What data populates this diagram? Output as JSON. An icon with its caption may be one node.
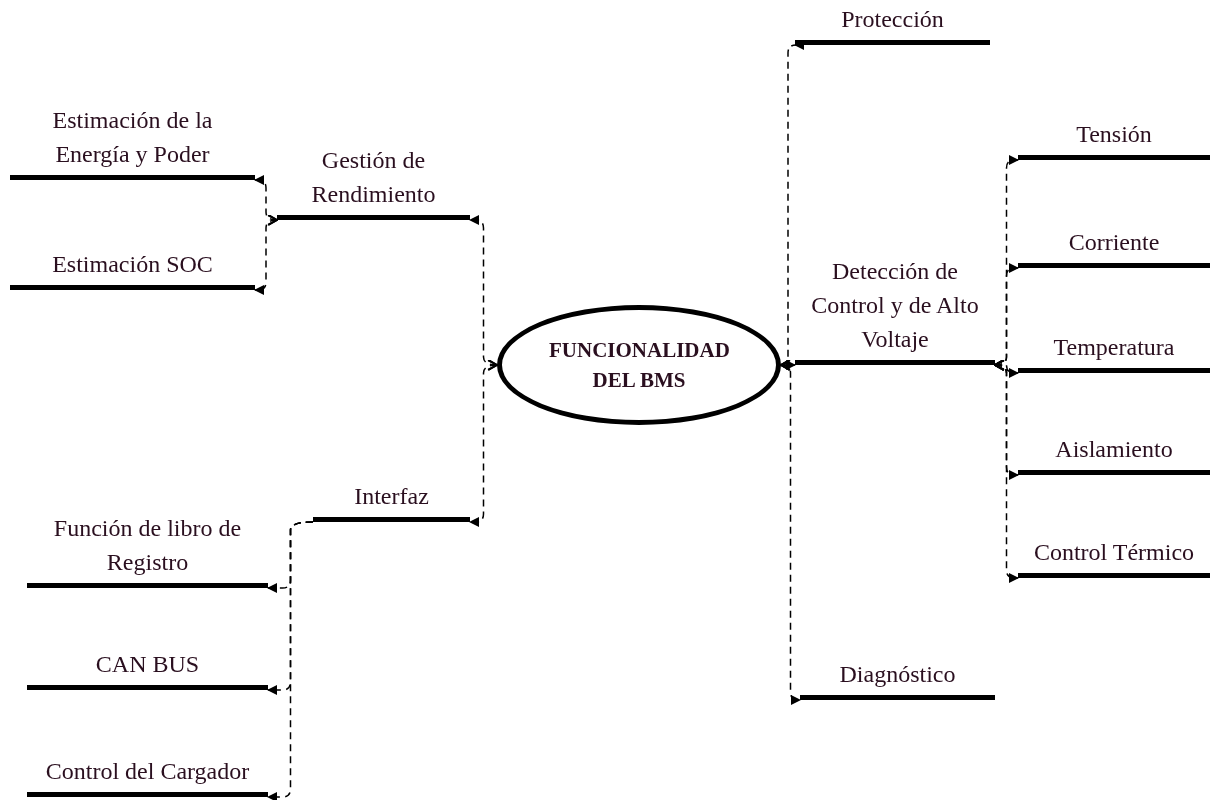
{
  "diagram": {
    "nodes": [
      {
        "text": [
          "FUNCIONALIDAD DEL BMS"
        ]
      },
      {
        "text": [
          "Gestión de Rendimiento"
        ]
      },
      {
        "text": [
          "Estimación de la Energía y Poder"
        ]
      },
      {
        "text": [
          "Estimación SOC"
        ]
      },
      {
        "text": [
          "Interfaz"
        ]
      },
      {
        "text": [
          "Función de libro de Registro"
        ]
      },
      {
        "text": [
          "CAN BUS"
        ]
      },
      {
        "text": [
          "Control del Cargador"
        ]
      },
      {
        "text": [
          "Protección"
        ]
      },
      {
        "text": [
          "Detección de Control y de Alto Voltaje"
        ]
      },
      {
        "text": [
          "Tensión"
        ]
      },
      {
        "text": [
          "Corriente"
        ]
      },
      {
        "text": [
          "Temperatura"
        ]
      },
      {
        "text": [
          "Aislamiento"
        ]
      },
      {
        "text": [
          "Control Térmico"
        ]
      },
      {
        "text": [
          "Diagnóstico"
        ]
      }
    ],
    "edges": [
      {
        "from": 0,
        "to": 1,
        "arrow": "both",
        "style": "dashed"
      },
      {
        "from": 1,
        "to": 2,
        "arrow": "both",
        "style": "dashed"
      },
      {
        "from": 1,
        "to": 3,
        "arrow": "both",
        "style": "dashed"
      },
      {
        "from": 0,
        "to": 4,
        "arrow": "both",
        "style": "dashed"
      },
      {
        "from": 4,
        "to": 5,
        "arrow": "to",
        "style": "dashed"
      },
      {
        "from": 4,
        "to": 6,
        "arrow": "to",
        "style": "dashed"
      },
      {
        "from": 4,
        "to": 7,
        "arrow": "to",
        "style": "dashed"
      },
      {
        "from": 0,
        "to": 8,
        "arrow": "both",
        "style": "dashed"
      },
      {
        "from": 0,
        "to": 9,
        "arrow": "both",
        "style": "dashed"
      },
      {
        "from": 9,
        "to": 10,
        "arrow": "both",
        "style": "dashed"
      },
      {
        "from": 9,
        "to": 11,
        "arrow": "both",
        "style": "dashed"
      },
      {
        "from": 9,
        "to": 12,
        "arrow": "both",
        "style": "dashed"
      },
      {
        "from": 9,
        "to": 13,
        "arrow": "both",
        "style": "dashed"
      },
      {
        "from": 9,
        "to": 14,
        "arrow": "both",
        "style": "dashed"
      },
      {
        "from": 0,
        "to": 15,
        "arrow": "both",
        "style": "dashed"
      }
    ]
  }
}
